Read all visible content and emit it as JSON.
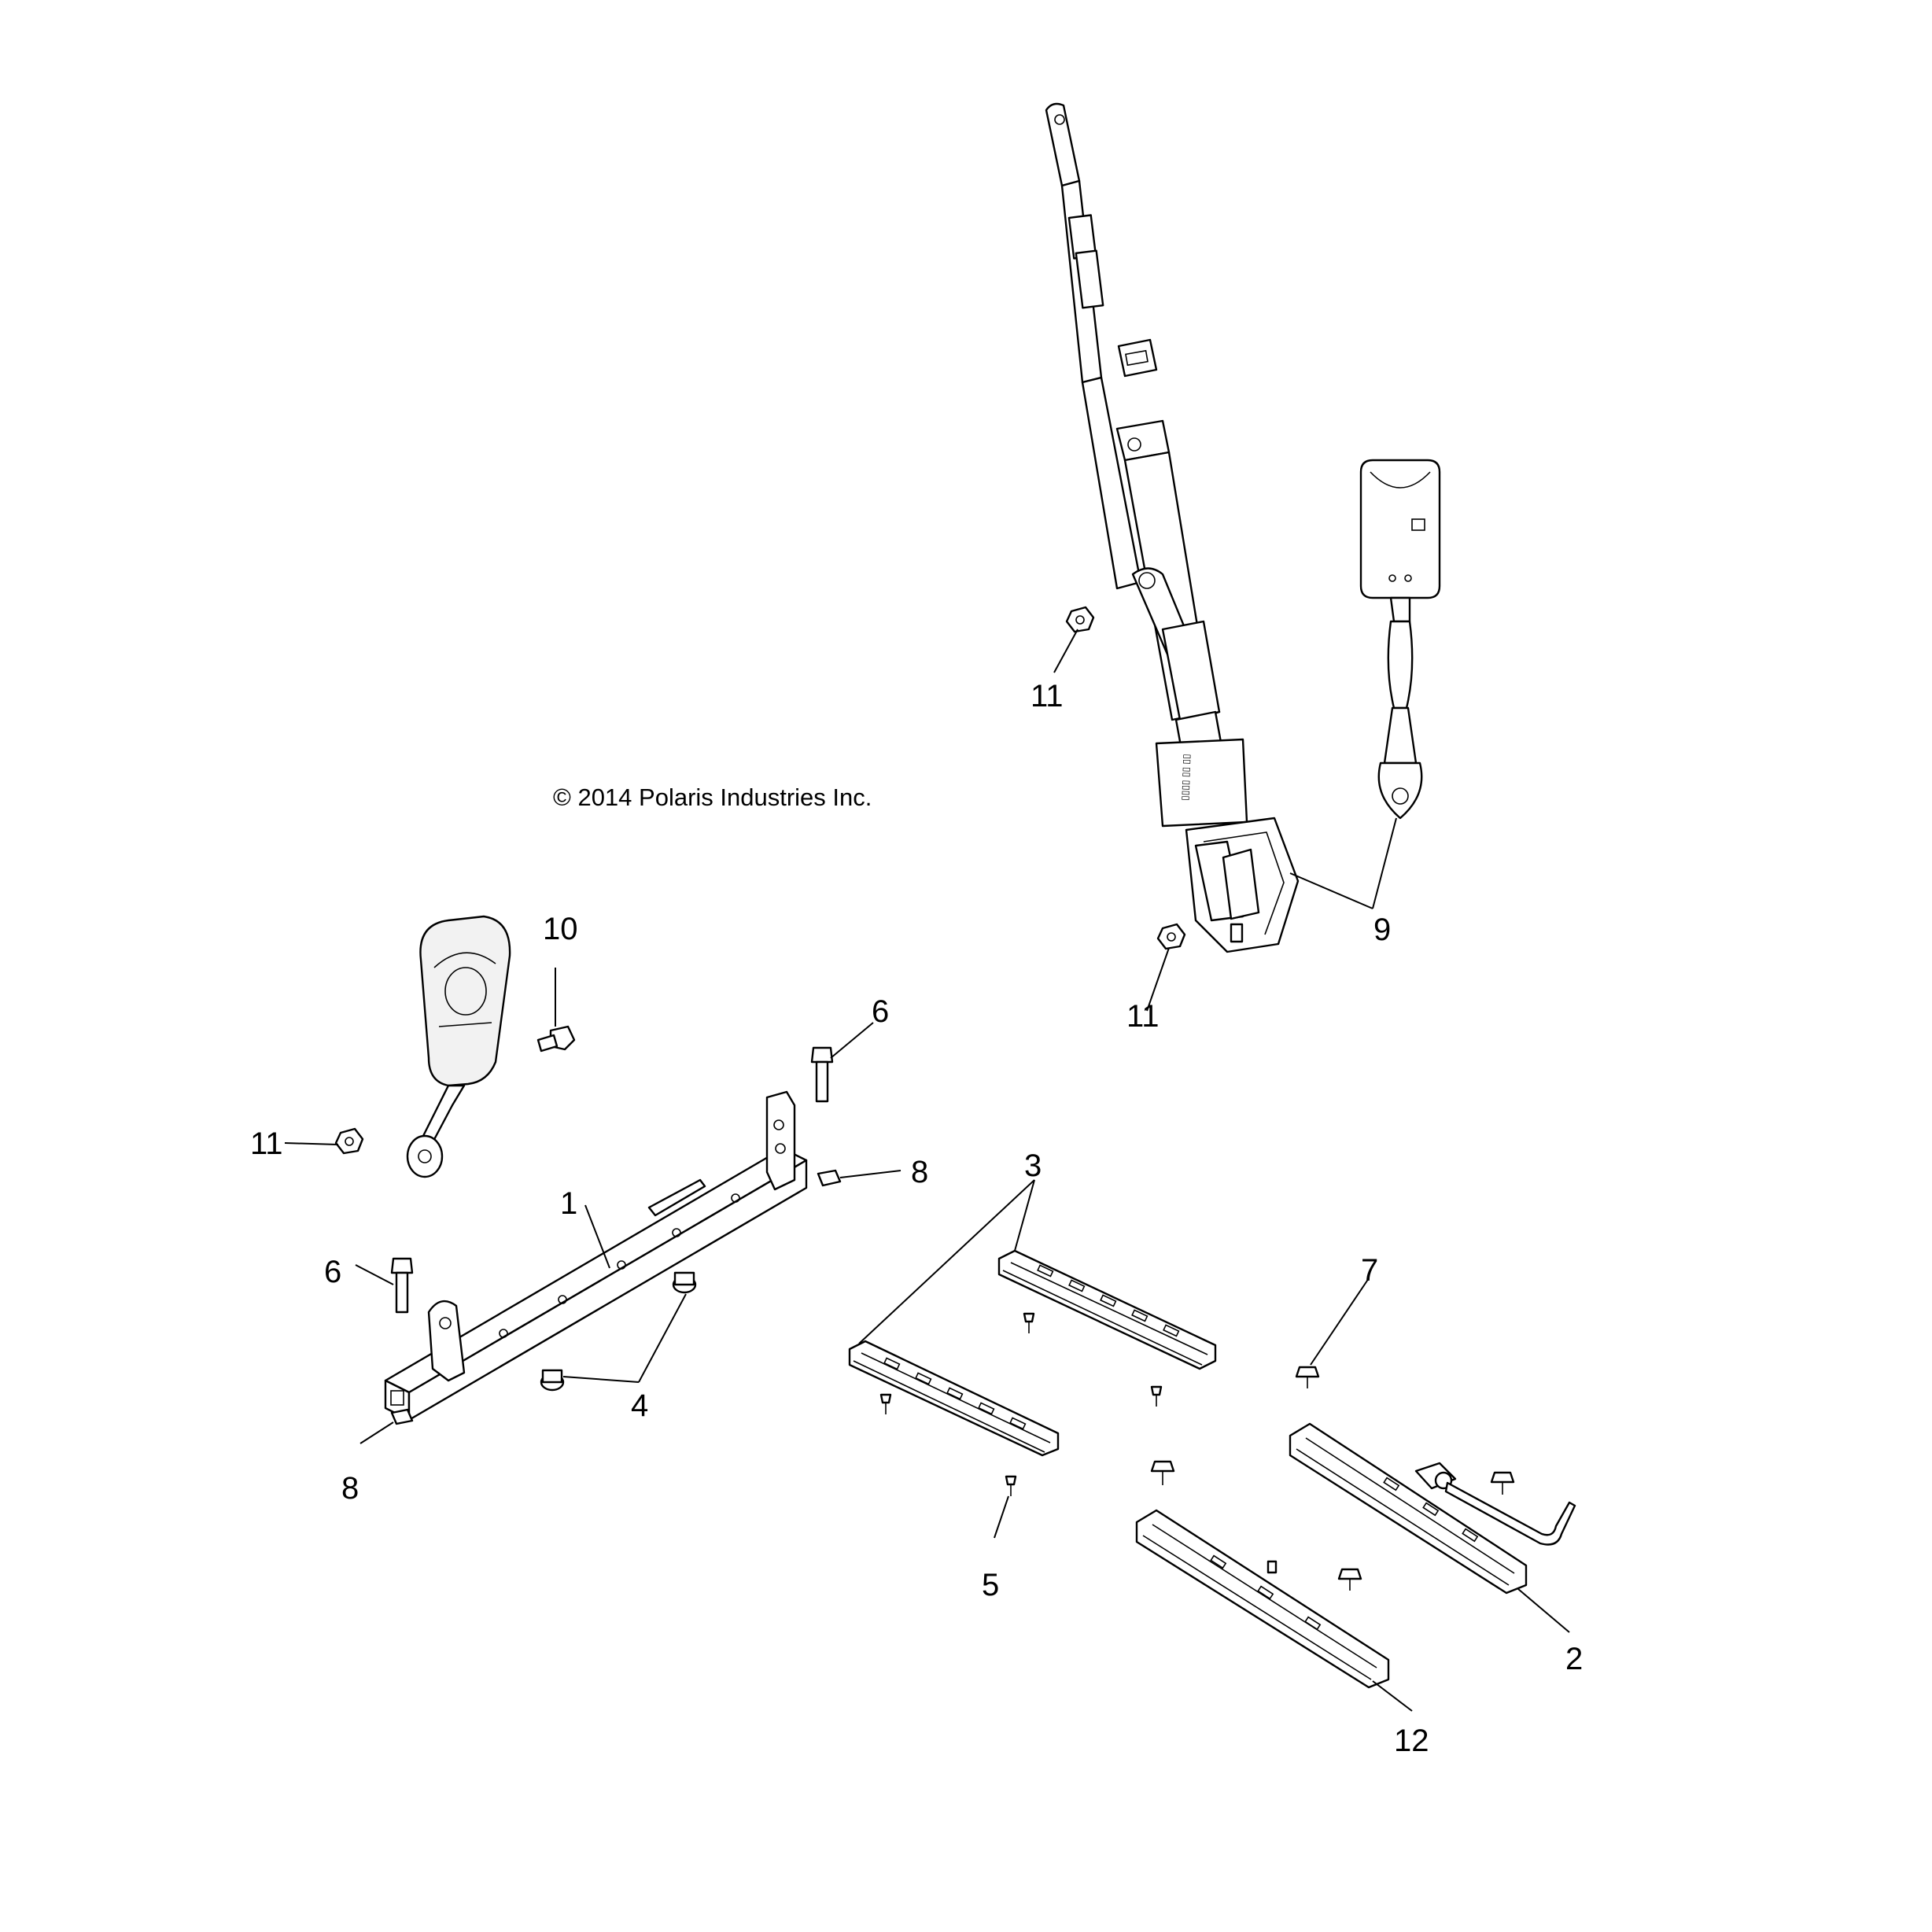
{
  "copyright": "© 2014 Polaris Industries Inc.",
  "callouts": {
    "c1": "1",
    "c2": "2",
    "c3": "3",
    "c4": "4",
    "c5": "5",
    "c6a": "6",
    "c6b": "6",
    "c7": "7",
    "c8a": "8",
    "c8b": "8",
    "c9": "9",
    "c10": "10",
    "c11a": "11",
    "c11b": "11",
    "c11c": "11",
    "c12": "12"
  }
}
